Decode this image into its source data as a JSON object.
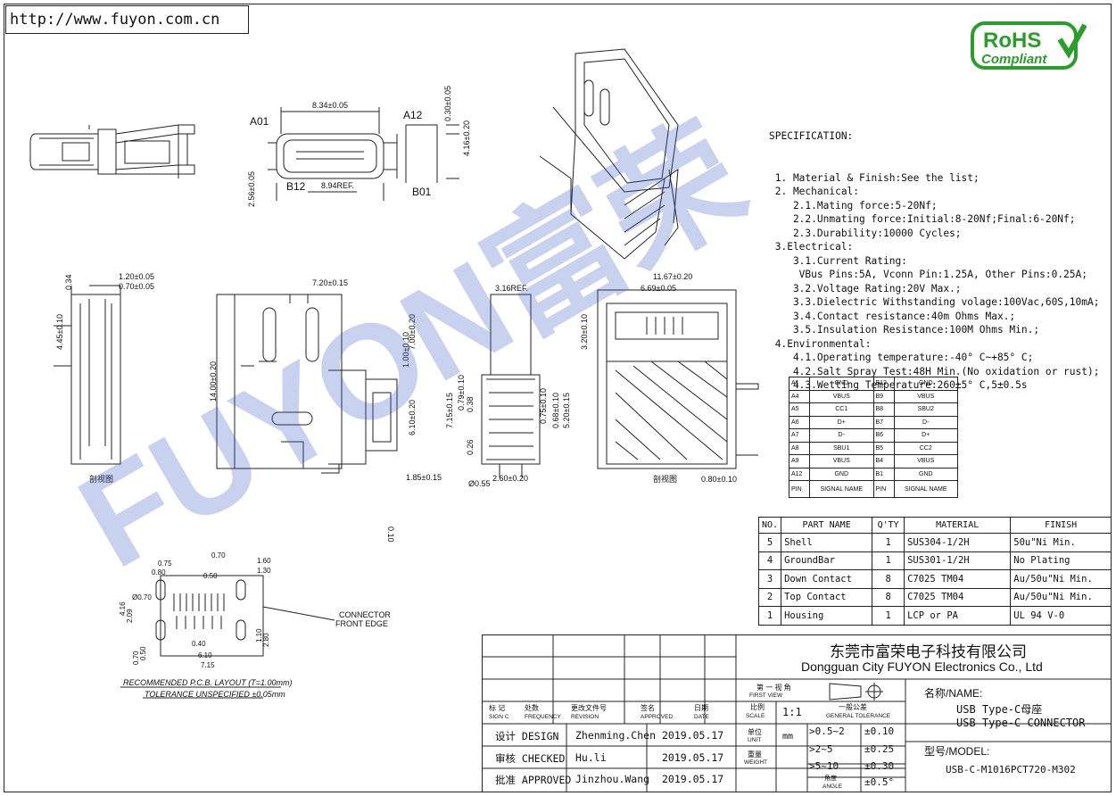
{
  "website": "http://www.fuyon.com.cn",
  "rohs": {
    "line1": "RoHS",
    "line2": "Compliant",
    "color": "#2a9d2a"
  },
  "watermark": {
    "text": "FUYON富荣",
    "color": "#3a5fc4"
  },
  "specification": {
    "title": "SPECIFICATION:",
    "lines": [
      " 1. Material & Finish:See the list;",
      " 2. Mechanical:",
      "    2.1.Mating force:5-20Nf;",
      "    2.2.Unmating force:Initial:8-20Nf;Final:6-20Nf;",
      "    2.3.Durability:10000 Cycles;",
      " 3.Electrical:",
      "    3.1.Current Rating:",
      "     VBus Pins:5A, Vconn Pin:1.25A, Other Pins:0.25A;",
      "    3.2.Voltage Rating:20V Max.;",
      "    3.3.Dielectric Withstanding volage:100Vac,60S,10mA;",
      "    3.4.Contact resistance:40m Ohms Max.;",
      "    3.5.Insulation Resistance:100M Ohms Min.;",
      " 4.Environmental:",
      "    4.1.Operating temperature:-40° C~+85° C;",
      "    4.2.Salt Spray Test:48H Min.(No oxidation or rust);",
      "    4.3.Wetting Temperature:260±5° C,5±0.5s"
    ]
  },
  "pin_table": {
    "rows": [
      [
        "A1",
        "GND",
        "B12",
        "GND"
      ],
      [
        "A4",
        "VBUS",
        "B9",
        "VBUS"
      ],
      [
        "A5",
        "CC1",
        "B8",
        "SBU2"
      ],
      [
        "A6",
        "D+",
        "B7",
        "D-"
      ],
      [
        "A7",
        "D-",
        "B6",
        "D+"
      ],
      [
        "A8",
        "SBU1",
        "B5",
        "CC2"
      ],
      [
        "A9",
        "VBUS",
        "B4",
        "VBUS"
      ],
      [
        "A12",
        "GND",
        "B1",
        "GND"
      ]
    ],
    "footer": [
      "PIN",
      "SIGNAL NAME",
      "PIN",
      "SIGNAL NAME"
    ]
  },
  "parts_table": {
    "headers": [
      "NO.",
      "PART NAME",
      "Q'TY",
      "MATERIAL",
      "FINISH"
    ],
    "rows": [
      [
        "5",
        "Shell",
        "1",
        "SUS304-1/2H",
        "50u\"Ni Min."
      ],
      [
        "4",
        "GroundBar",
        "1",
        "SUS301-1/2H",
        "No Plating"
      ],
      [
        "3",
        "Down Contact",
        "8",
        "C7025 TM04",
        "Au/50u\"Ni Min."
      ],
      [
        "2",
        "Top Contact",
        "8",
        "C7025 TM04",
        "Au/50u\"Ni Min."
      ],
      [
        "1",
        "Housing",
        "1",
        "LCP or PA",
        "UL 94 V-0"
      ]
    ]
  },
  "title_block": {
    "company_cn": "东莞市富荣电子科技有限公司",
    "company_en": "Dongguan City FUYON Electronics Co., Ltd",
    "projection_cn": "第 一 视 角",
    "projection_en": "FIRST VIEW",
    "name_label": "名称/NAME:",
    "name_cn": "USB Type-C母座",
    "name_en": "USB Type-C CONNECTOR",
    "model_label": "型号/MODEL:",
    "model": "USB-C-M1016PCT720-M302",
    "header_cells": [
      {
        "cn": "标 记",
        "en": "SIGN C"
      },
      {
        "cn": "处数",
        "en": "FREQUENCY"
      },
      {
        "cn": "更改文件号",
        "en": "REVISION"
      },
      {
        "cn": "签名",
        "en": "APPROVED"
      },
      {
        "cn": "日期",
        "en": "DATE"
      }
    ],
    "scale_label_cn": "比例",
    "scale_label_en": "SCALE",
    "scale": "1:1",
    "tolerance_cn": "一般公差",
    "tolerance_en": "GENERAL TOLERANCE",
    "unit_cn": "单位",
    "unit_en": "UNIT",
    "unit": "mm",
    "weight_cn": "重量",
    "weight_en": "WEIGHT",
    "angle_cn": "角度",
    "angle_en": "ANGLE",
    "tolerances": [
      {
        "range": ">0.5~2",
        "tol": "±0.10"
      },
      {
        "range": ">2~5",
        "tol": "±0.25"
      },
      {
        "range": ">5~10",
        "tol": "±0.30"
      },
      {
        "range": "",
        "tol": "±0.5°"
      }
    ],
    "approvals": [
      {
        "role": "设计 DESIGN",
        "name": "Zhenming.Chen",
        "date": "2019.05.17"
      },
      {
        "role": "审核 CHECKED",
        "name": "Hu.li",
        "date": "2019.05.17"
      },
      {
        "role": "批准 APPROVED",
        "name": "Jinzhou.Wang",
        "date": "2019.05.17"
      }
    ]
  },
  "drawing_labels": {
    "a01": "A01",
    "a12": "A12",
    "b12": "B12",
    "b01": "B01",
    "dim_834": "8.34±0.05",
    "dim_894": "8.94REF.",
    "dim_030": "0.30±0.05",
    "dim_416": "4.16±0.20",
    "dim_256": "2.56±0.05",
    "dim_120": "1.20±0.05",
    "dim_070": "0.70±0.05",
    "dim_034": "0.34",
    "dim_445": "4.45±0.10",
    "dim_720": "7.20±0.15",
    "dim_700": "7.00±0.20",
    "dim_1400": "14.00±0.20",
    "dim_100": "1.00±0.10",
    "dim_610": "6.10±0.20",
    "dim_185": "1.85±0.15",
    "dim_316": "3.16REF.",
    "dim_715": "7.15±0.15",
    "dim_079": "0.79±0.10",
    "dim_038": "0.38",
    "dim_026": "0.26",
    "dim_075": "0.75±0.10",
    "dim_068": "0.68±0.10",
    "dim_520": "5.20±0.15",
    "dim_260": "2.60±0.20",
    "dim_055": "Ø0.55",
    "dim_1167": "11.67±0.20",
    "dim_669": "6.69±0.05",
    "dim_320": "3.20±0.10",
    "dim_080": "0.80±0.10",
    "dim_010": "0.10",
    "section_view": "剖视图",
    "pcb_connector": "CONNECTOR",
    "pcb_front": "FRONT EDGE",
    "pcb_note1": "RECOMMENDED  P.C.B. LAYOUT (T=1.00mm)",
    "pcb_note2": "TOLERANCE UNSPECIFIED ±0.05mm",
    "pcb_dims": [
      "0.70",
      "0.75",
      "0.80",
      "0.50",
      "1.60",
      "1.30",
      "Ø0.70",
      "4.16",
      "2.09",
      "0.70",
      "0.50",
      "0.40",
      "6.10",
      "7.15",
      "1.10",
      "2.80"
    ]
  }
}
